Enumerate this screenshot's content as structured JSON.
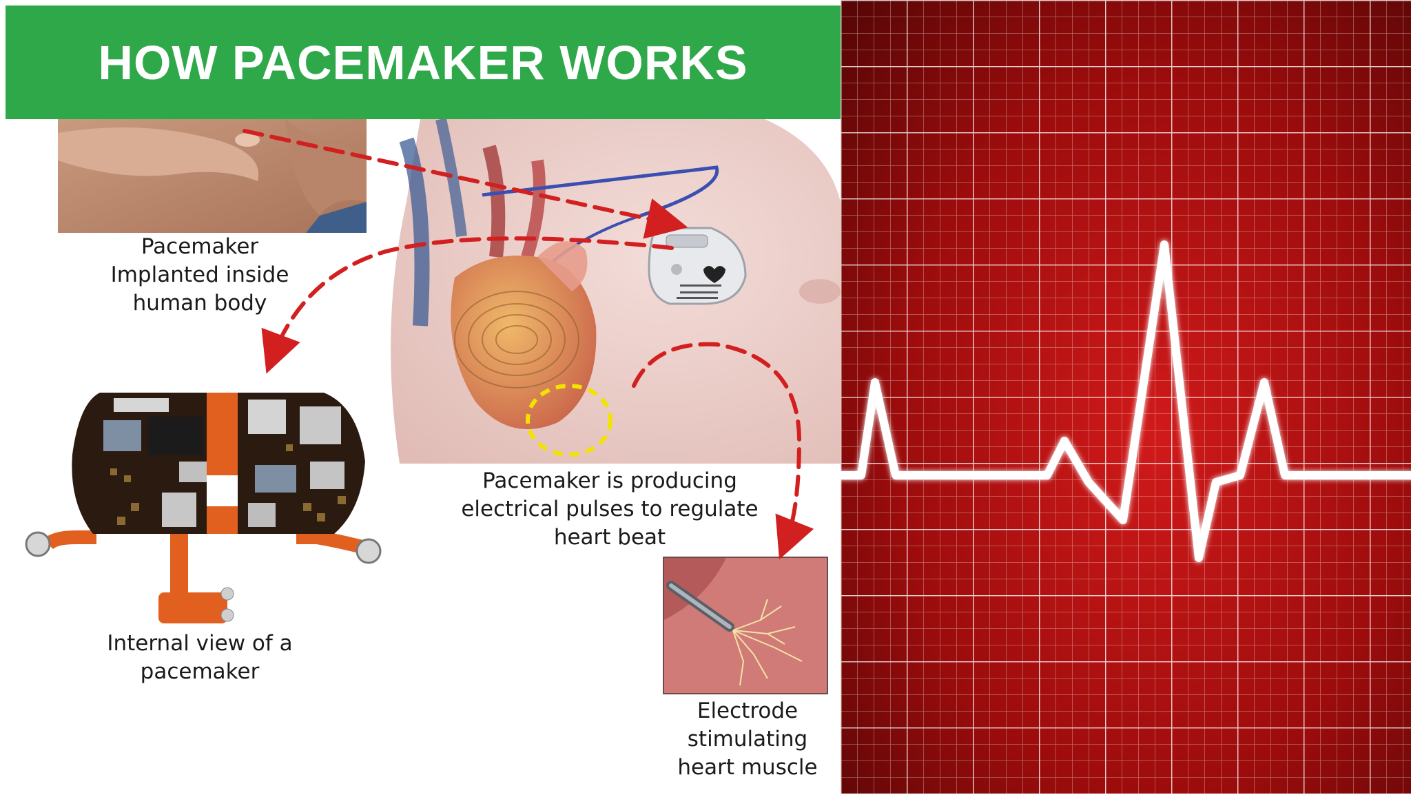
{
  "title": "HOW PACEMAKER WORKS",
  "captions": {
    "implant": [
      "Pacemaker",
      "Implanted inside",
      "human body"
    ],
    "producing": [
      "Pacemaker is producing",
      "electrical pulses to regulate",
      "heart beat"
    ],
    "internal": [
      "Internal view of a",
      "pacemaker"
    ],
    "electrode": [
      "Electrode",
      "stimulating",
      "heart muscle"
    ]
  },
  "colors": {
    "banner": "#2fa84a",
    "arrow": "#d21f1f",
    "highlight_ring": "#f2e300",
    "ecg_background": "#8c0b0b",
    "ecg_line": "#ffffff"
  }
}
